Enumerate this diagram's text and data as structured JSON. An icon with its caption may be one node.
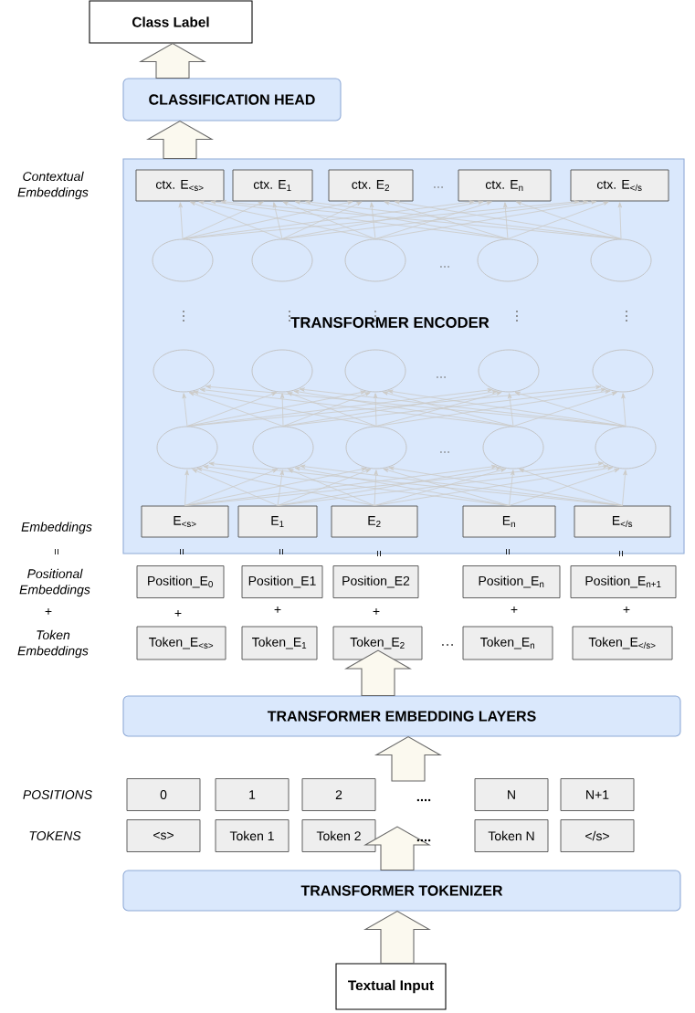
{
  "diagram": {
    "nodes": [
      {
        "text": [
          "Class Label"
        ]
      },
      {
        "text": [
          "CLASSIFICATION HEAD"
        ]
      },
      {
        "text": [
          "TRANSFORMER ENCODER"
        ]
      },
      {
        "text": [
          "ctx. E$_{<s>}$"
        ],
        "in": 2
      },
      {
        "text": [
          "ctx. E$_{1}$"
        ],
        "in": 2
      },
      {
        "text": [
          "ctx. E$_{2}$"
        ],
        "in": 2
      },
      {
        "text": [
          "ctx. E$_{n}$"
        ],
        "in": 2
      },
      {
        "text": [
          "ctx. E$_{</s}$"
        ],
        "in": 2
      },
      {
        "text": [],
        "shape": "circle",
        "in": 2
      },
      {
        "text": [],
        "shape": "circle",
        "in": 2
      },
      {
        "text": [],
        "shape": "circle",
        "in": 2
      },
      {
        "text": [],
        "shape": "circle",
        "in": 2
      },
      {
        "text": [],
        "shape": "circle",
        "in": 2
      },
      {
        "text": [],
        "shape": "circle",
        "in": 2
      },
      {
        "text": [],
        "shape": "circle",
        "in": 2
      },
      {
        "text": [],
        "shape": "circle",
        "in": 2
      },
      {
        "text": [],
        "shape": "circle",
        "in": 2
      },
      {
        "text": [],
        "shape": "circle",
        "in": 2
      },
      {
        "text": [],
        "shape": "circle",
        "in": 2
      },
      {
        "text": [],
        "shape": "circle",
        "in": 2
      },
      {
        "text": [],
        "shape": "circle",
        "in": 2
      },
      {
        "text": [],
        "shape": "circle",
        "in": 2
      },
      {
        "text": [],
        "shape": "circle",
        "in": 2
      },
      {
        "text": [
          "E$_{<s>}$"
        ],
        "in": 2
      },
      {
        "text": [
          "E$_{1}$"
        ],
        "in": 2
      },
      {
        "text": [
          "E$_{2}$"
        ],
        "in": 2
      },
      {
        "text": [
          "E$_{n}$"
        ],
        "in": 2
      },
      {
        "text": [
          "E$_{</s}$"
        ],
        "in": 2
      },
      {
        "text": [
          "Position_E$_{0}$"
        ]
      },
      {
        "text": [
          "Position_E1"
        ]
      },
      {
        "text": [
          "Position_E2"
        ]
      },
      {
        "text": [
          "Position_E$_{n}$"
        ]
      },
      {
        "text": [
          "Position_E$_{n+1}$"
        ]
      },
      {
        "text": [
          "Token_E$_{<s>}$"
        ]
      },
      {
        "text": [
          "Token_E$_{1}$"
        ]
      },
      {
        "text": [
          "Token_E$_{2}$"
        ]
      },
      {
        "text": [
          "Token_E$_{n}$"
        ]
      },
      {
        "text": [
          "Token_E$_{</s>}$"
        ]
      },
      {
        "text": [
          "TRANSFORMER EMBEDDING LAYERS"
        ]
      },
      {
        "text": [
          "0"
        ]
      },
      {
        "text": [
          "1"
        ]
      },
      {
        "text": [
          "2"
        ]
      },
      {
        "text": [
          "N"
        ]
      },
      {
        "text": [
          "N+1"
        ]
      },
      {
        "text": [
          "<s>"
        ]
      },
      {
        "text": [
          "Token 1"
        ]
      },
      {
        "text": [
          "Token 2"
        ]
      },
      {
        "text": [
          "Token N"
        ]
      },
      {
        "text": [
          "</s>"
        ]
      },
      {
        "text": [
          "TRANSFORMER TOKENIZER"
        ]
      },
      {
        "text": [
          "Textual Input"
        ]
      }
    ],
    "edges": [
      {
        "from": 8,
        "to": 3,
        "arrow": "to"
      },
      {
        "from": 8,
        "to": 4,
        "arrow": "to"
      },
      {
        "from": 8,
        "to": 5,
        "arrow": "to"
      },
      {
        "from": 8,
        "to": 6,
        "arrow": "to"
      },
      {
        "from": 8,
        "to": 7,
        "arrow": "to"
      },
      {
        "from": 9,
        "to": 3,
        "arrow": "to"
      },
      {
        "from": 9,
        "to": 4,
        "arrow": "to"
      },
      {
        "from": 9,
        "to": 5,
        "arrow": "to"
      },
      {
        "from": 9,
        "to": 6,
        "arrow": "to"
      },
      {
        "from": 9,
        "to": 7,
        "arrow": "to"
      },
      {
        "from": 10,
        "to": 3,
        "arrow": "to"
      },
      {
        "from": 10,
        "to": 4,
        "arrow": "to"
      },
      {
        "from": 10,
        "to": 5,
        "arrow": "to"
      },
      {
        "from": 10,
        "to": 6,
        "arrow": "to"
      },
      {
        "from": 10,
        "to": 7,
        "arrow": "to"
      },
      {
        "from": 11,
        "to": 3,
        "arrow": "to"
      },
      {
        "from": 11,
        "to": 4,
        "arrow": "to"
      },
      {
        "from": 11,
        "to": 5,
        "arrow": "to"
      },
      {
        "from": 11,
        "to": 6,
        "arrow": "to"
      },
      {
        "from": 11,
        "to": 7,
        "arrow": "to"
      },
      {
        "from": 12,
        "to": 3,
        "arrow": "to"
      },
      {
        "from": 12,
        "to": 4,
        "arrow": "to"
      },
      {
        "from": 12,
        "to": 5,
        "arrow": "to"
      },
      {
        "from": 12,
        "to": 6,
        "arrow": "to"
      },
      {
        "from": 12,
        "to": 7,
        "arrow": "to"
      },
      {
        "from": 18,
        "to": 13,
        "arrow": "to"
      },
      {
        "from": 18,
        "to": 14,
        "arrow": "to"
      },
      {
        "from": 18,
        "to": 15,
        "arrow": "to"
      },
      {
        "from": 18,
        "to": 16,
        "arrow": "to"
      },
      {
        "from": 18,
        "to": 17,
        "arrow": "to"
      },
      {
        "from": 19,
        "to": 13,
        "arrow": "to"
      },
      {
        "from": 19,
        "to": 14,
        "arrow": "to"
      },
      {
        "from": 19,
        "to": 15,
        "arrow": "to"
      },
      {
        "from": 19,
        "to": 16,
        "arrow": "to"
      },
      {
        "from": 19,
        "to": 17,
        "arrow": "to"
      },
      {
        "from": 20,
        "to": 13,
        "arrow": "to"
      },
      {
        "from": 20,
        "to": 14,
        "arrow": "to"
      },
      {
        "from": 20,
        "to": 15,
        "arrow": "to"
      },
      {
        "from": 20,
        "to": 16,
        "arrow": "to"
      },
      {
        "from": 20,
        "to": 17,
        "arrow": "to"
      },
      {
        "from": 21,
        "to": 13,
        "arrow": "to"
      },
      {
        "from": 21,
        "to": 14,
        "arrow": "to"
      },
      {
        "from": 21,
        "to": 15,
        "arrow": "to"
      },
      {
        "from": 21,
        "to": 16,
        "arrow": "to"
      },
      {
        "from": 21,
        "to": 17,
        "arrow": "to"
      },
      {
        "from": 22,
        "to": 13,
        "arrow": "to"
      },
      {
        "from": 22,
        "to": 14,
        "arrow": "to"
      },
      {
        "from": 22,
        "to": 15,
        "arrow": "to"
      },
      {
        "from": 22,
        "to": 16,
        "arrow": "to"
      },
      {
        "from": 22,
        "to": 17,
        "arrow": "to"
      },
      {
        "from": 23,
        "to": 18,
        "arrow": "to"
      },
      {
        "from": 23,
        "to": 19,
        "arrow": "to"
      },
      {
        "from": 23,
        "to": 20,
        "arrow": "to"
      },
      {
        "from": 23,
        "to": 21,
        "arrow": "to"
      },
      {
        "from": 23,
        "to": 22,
        "arrow": "to"
      },
      {
        "from": 24,
        "to": 18,
        "arrow": "to"
      },
      {
        "from": 24,
        "to": 19,
        "arrow": "to"
      },
      {
        "from": 24,
        "to": 20,
        "arrow": "to"
      },
      {
        "from": 24,
        "to": 21,
        "arrow": "to"
      },
      {
        "from": 24,
        "to": 22,
        "arrow": "to"
      },
      {
        "from": 25,
        "to": 18,
        "arrow": "to"
      },
      {
        "from": 25,
        "to": 19,
        "arrow": "to"
      },
      {
        "from": 25,
        "to": 20,
        "arrow": "to"
      },
      {
        "from": 25,
        "to": 21,
        "arrow": "to"
      },
      {
        "from": 25,
        "to": 22,
        "arrow": "to"
      },
      {
        "from": 26,
        "to": 18,
        "arrow": "to"
      },
      {
        "from": 26,
        "to": 19,
        "arrow": "to"
      },
      {
        "from": 26,
        "to": 20,
        "arrow": "to"
      },
      {
        "from": 26,
        "to": 21,
        "arrow": "to"
      },
      {
        "from": 26,
        "to": 22,
        "arrow": "to"
      },
      {
        "from": 27,
        "to": 18,
        "arrow": "to"
      },
      {
        "from": 27,
        "to": 19,
        "arrow": "to"
      },
      {
        "from": 27,
        "to": 20,
        "arrow": "to"
      },
      {
        "from": 27,
        "to": 21,
        "arrow": "to"
      },
      {
        "from": 27,
        "to": 22,
        "arrow": "to"
      },
      {
        "from": 2,
        "to": 1,
        "arrow": "to",
        "style": "thick",
        "color": "#fbf9ef"
      },
      {
        "from": 1,
        "to": 0,
        "arrow": "to",
        "style": "thick",
        "color": "#fbf9ef"
      },
      {
        "from": 38,
        "to": null,
        "arrow": "to",
        "style": "thick",
        "color": "#fbf9ef"
      },
      {
        "from": null,
        "to": 38,
        "arrow": "to",
        "style": "thick",
        "color": "#fbf9ef"
      },
      {
        "from": 49,
        "to": null,
        "arrow": "to",
        "style": "thick",
        "color": "#fbf9ef"
      },
      {
        "from": 50,
        "to": 49,
        "arrow": "to",
        "style": "thick",
        "color": "#fbf9ef"
      }
    ],
    "labels": [
      "Contextual Embeddings",
      "...",
      "...",
      "⋮",
      "⋮",
      "⋮",
      "⋮",
      "⋮",
      "...",
      "...",
      "Embeddings",
      "=",
      "=",
      "=",
      "=",
      "=",
      "=",
      "Positional Embeddings",
      "+",
      "+",
      "+",
      "+",
      "+",
      "+",
      "Token Embeddings",
      "…",
      "POSITIONS",
      "....",
      "TOKENS",
      "...."
    ]
  }
}
